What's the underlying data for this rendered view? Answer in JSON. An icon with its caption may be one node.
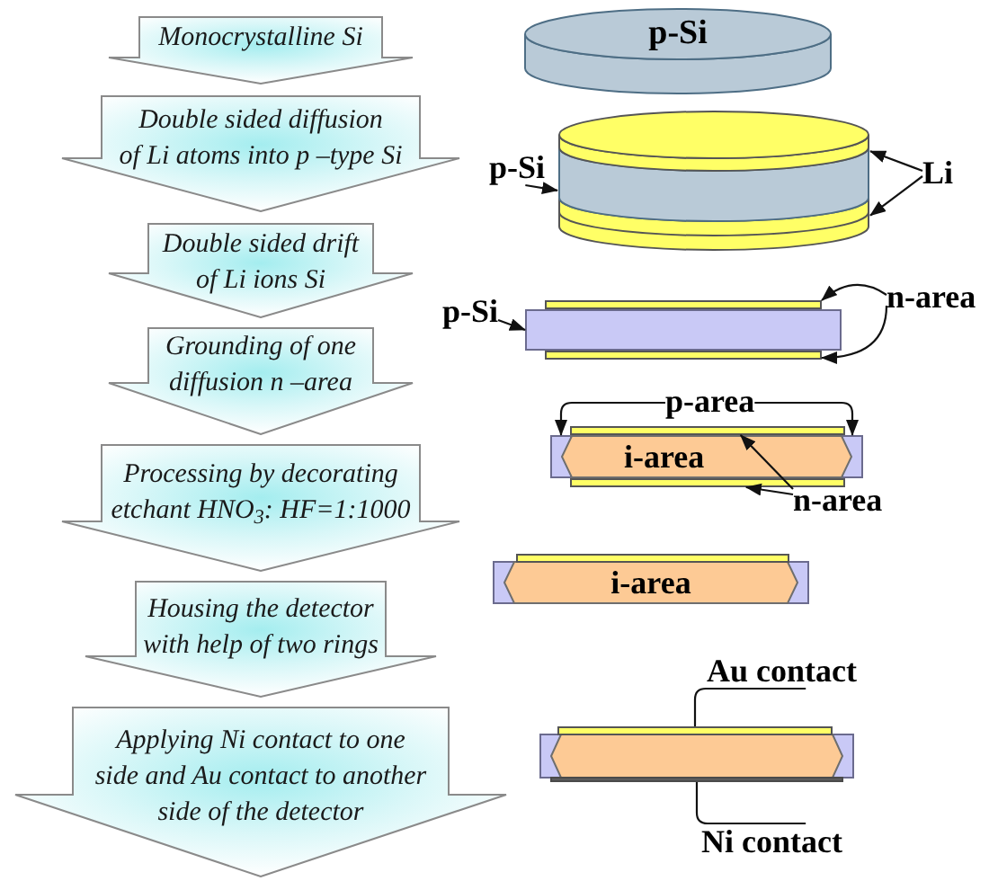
{
  "diagram": {
    "nodes": [
      {
        "text": [
          "Monocrystalline Si"
        ]
      },
      {
        "text": [
          "Double sided diffusion of Li atoms into p –type Si"
        ]
      },
      {
        "text": [
          "Double sided drift of Li ions Si"
        ]
      },
      {
        "text": [
          "Grounding of one diffusion n –area"
        ]
      },
      {
        "text": [
          "Processing by decorating etchant HNO$_{3}$: HF=1:1000"
        ]
      },
      {
        "text": [
          "Housing the detector with help of two rings"
        ]
      },
      {
        "text": [
          "Applying Ni contact to one side and Au contact to another side of the detector"
        ]
      },
      {
        "text": [
          "p-Si"
        ]
      },
      {
        "text": [],
        "shape": "cylinder"
      },
      {
        "text": [
          "p-Si"
        ]
      },
      {
        "text": [],
        "shape": "cylinder"
      },
      {
        "text": [
          "Li"
        ]
      },
      {
        "text": [],
        "shape": "cylinder"
      },
      {
        "text": [
          "n-area"
        ]
      },
      {
        "text": [],
        "shape": "bar"
      },
      {
        "text": [
          "p-Si"
        ]
      },
      {
        "text": [],
        "shape": "bar"
      },
      {
        "text": [],
        "shape": "bar"
      },
      {
        "text": [
          "p-area"
        ]
      },
      {
        "text": [],
        "shape": "bar"
      },
      {
        "text": [],
        "shape": "box"
      },
      {
        "text": [
          "i-area"
        ]
      },
      {
        "text": [],
        "shape": "box"
      },
      {
        "text": [],
        "shape": "bar"
      },
      {
        "text": [
          "n-area"
        ]
      },
      {
        "text": [
          "i-area"
        ]
      },
      {
        "text": [
          "Au contact"
        ]
      },
      {
        "text": [],
        "shape": "bar"
      },
      {
        "text": [],
        "shape": "hexagon"
      },
      {
        "text": [],
        "shape": "bar"
      },
      {
        "text": [
          "Ni contact"
        ]
      }
    ],
    "edges": [
      {
        "from": 9,
        "to": 10,
        "arrow": "to"
      },
      {
        "from": 11,
        "to": 8,
        "arrow": "to"
      },
      {
        "from": 11,
        "to": 12,
        "arrow": "to"
      },
      {
        "from": 13,
        "to": 14,
        "arrow": "to"
      },
      {
        "from": 13,
        "to": 17,
        "arrow": "to"
      },
      {
        "from": 15,
        "to": 16,
        "arrow": "to"
      },
      {
        "from": 18,
        "to": 20,
        "arrow": "to"
      },
      {
        "from": 18,
        "to": 22,
        "arrow": "to"
      },
      {
        "from": 24,
        "to": 19,
        "arrow": "to"
      },
      {
        "from": 24,
        "to": 23,
        "arrow": "to"
      },
      {
        "from": 26,
        "to": 27,
        "arrow": "none"
      },
      {
        "from": 30,
        "to": 29,
        "arrow": "none"
      }
    ]
  }
}
